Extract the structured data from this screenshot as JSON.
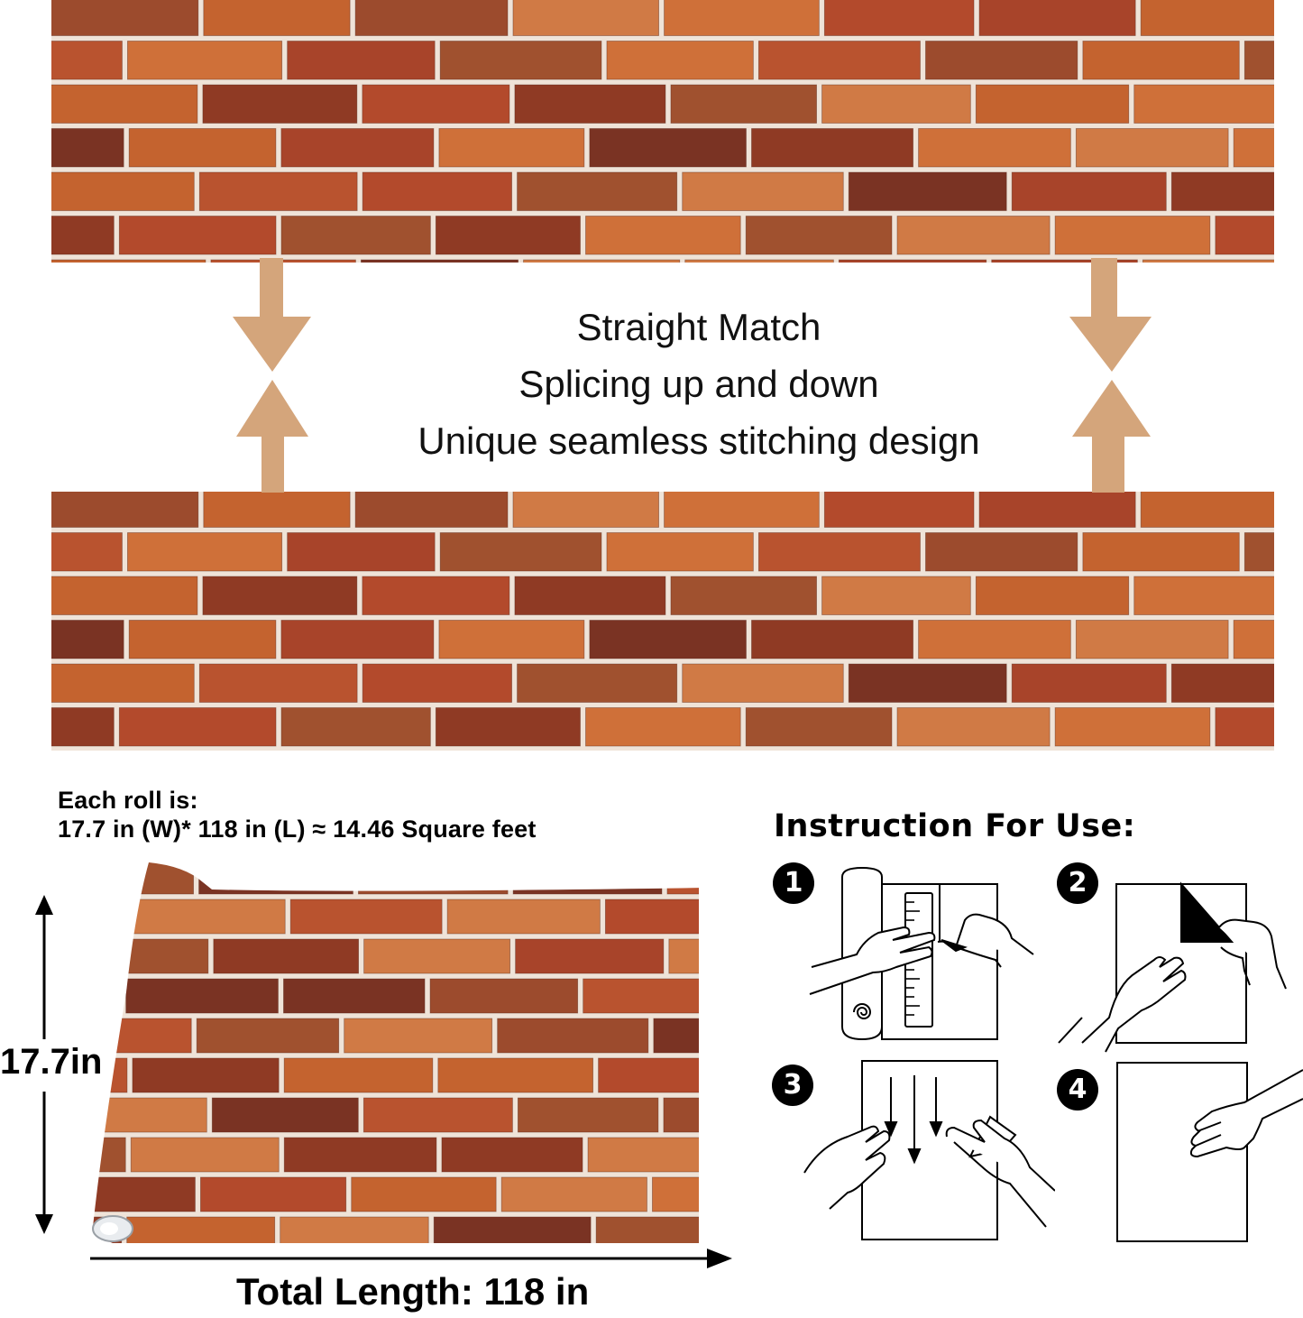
{
  "feature": {
    "lines": [
      "Straight Match",
      "Splicing up and down",
      "Unique seamless stitching design"
    ],
    "arrow_color": "#d4a57b"
  },
  "brick_colors": {
    "mortar": "#efe3d8",
    "palette": [
      "#a8442a",
      "#b9532f",
      "#c4632f",
      "#8f3a24",
      "#cf7039",
      "#9c4b2d",
      "#7a3323",
      "#b34a2c",
      "#d07a45",
      "#a0512f"
    ]
  },
  "spec": {
    "heading": "Each roll is:",
    "dimensions": "17.7 in (W)* 118 in (L) ≈  14.46 Square feet"
  },
  "roll": {
    "height_label": "17.7in",
    "length_label": "Total Length: 118 in"
  },
  "instructions": {
    "title": "Instruction For Use:",
    "steps": [
      {
        "number": "1",
        "icon": "measure-and-cut-icon"
      },
      {
        "number": "2",
        "icon": "peel-backing-icon"
      },
      {
        "number": "3",
        "icon": "smooth-with-scraper-icon"
      },
      {
        "number": "4",
        "icon": "press-finish-icon"
      }
    ]
  }
}
